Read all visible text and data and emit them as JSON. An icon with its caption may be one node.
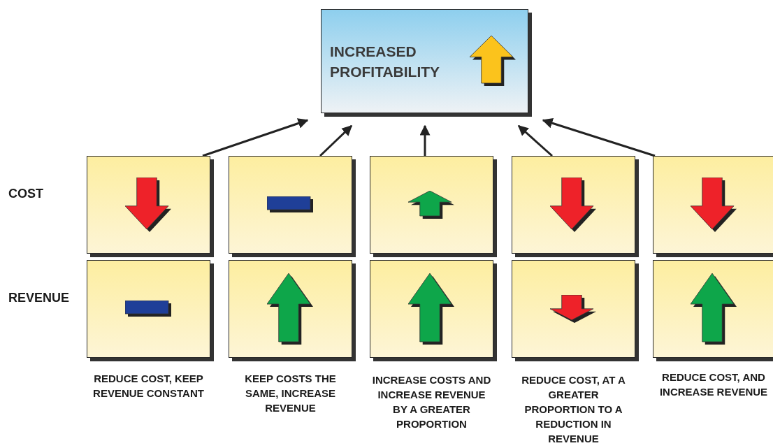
{
  "diagram": {
    "nodes": [
      {
        "text": [
          "INCREASED PROFITABILITY"
        ]
      },
      {
        "text": [],
        "shape": "box"
      },
      {
        "text": [],
        "shape": "box"
      },
      {
        "text": [],
        "shape": "box"
      },
      {
        "text": [],
        "shape": "box"
      },
      {
        "text": [],
        "shape": "box"
      },
      {
        "text": [],
        "shape": "box",
        "beside": [
          "REDUCE COST, KEEP REVENUE CONSTANT"
        ]
      },
      {
        "text": [],
        "shape": "box",
        "beside": [
          "KEEP COSTS THE SAME, INCREASE REVENUE"
        ]
      },
      {
        "text": [],
        "shape": "box",
        "beside": [
          "INCREASE COSTS AND INCREASE REVENUE BY A GREATER PROPORTION"
        ]
      },
      {
        "text": [],
        "shape": "box",
        "beside": [
          "REDUCE COST, AT A GREATER PROPORTION TO A REDUCTION IN REVENUE"
        ]
      },
      {
        "text": [],
        "shape": "box",
        "beside": [
          "REDUCE COST, AND INCREASE REVENUE"
        ]
      }
    ],
    "edges": [
      {
        "from": 1,
        "to": 0,
        "arrow": "to"
      },
      {
        "from": 2,
        "to": 0,
        "arrow": "to"
      },
      {
        "from": 3,
        "to": 0,
        "arrow": "to"
      },
      {
        "from": 4,
        "to": 0,
        "arrow": "to"
      },
      {
        "from": 5,
        "to": 0,
        "arrow": "to"
      }
    ],
    "labels": [
      "COST",
      "REVENUE"
    ]
  }
}
